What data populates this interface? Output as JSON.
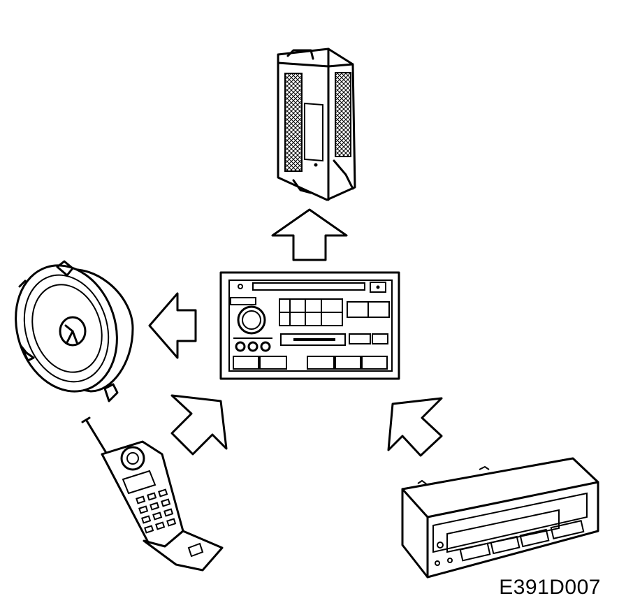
{
  "diagram": {
    "reference_code": "E391D007",
    "components": [
      {
        "id": "cd-changer",
        "icon": "cd-changer-icon"
      },
      {
        "id": "radio-head-unit",
        "icon": "car-radio-icon"
      },
      {
        "id": "loudspeaker",
        "icon": "loudspeaker-icon"
      },
      {
        "id": "mobile-phone",
        "icon": "mobile-phone-icon"
      },
      {
        "id": "information-display",
        "icon": "dashboard-display-icon"
      }
    ],
    "arrows": [
      {
        "from": "radio-head-unit",
        "to": "cd-changer",
        "direction": "up"
      },
      {
        "from": "radio-head-unit",
        "to": "loudspeaker",
        "direction": "left"
      },
      {
        "from": "mobile-phone",
        "to": "radio-head-unit",
        "direction": "up-right"
      },
      {
        "from": "information-display",
        "to": "radio-head-unit",
        "direction": "up-left"
      }
    ]
  }
}
